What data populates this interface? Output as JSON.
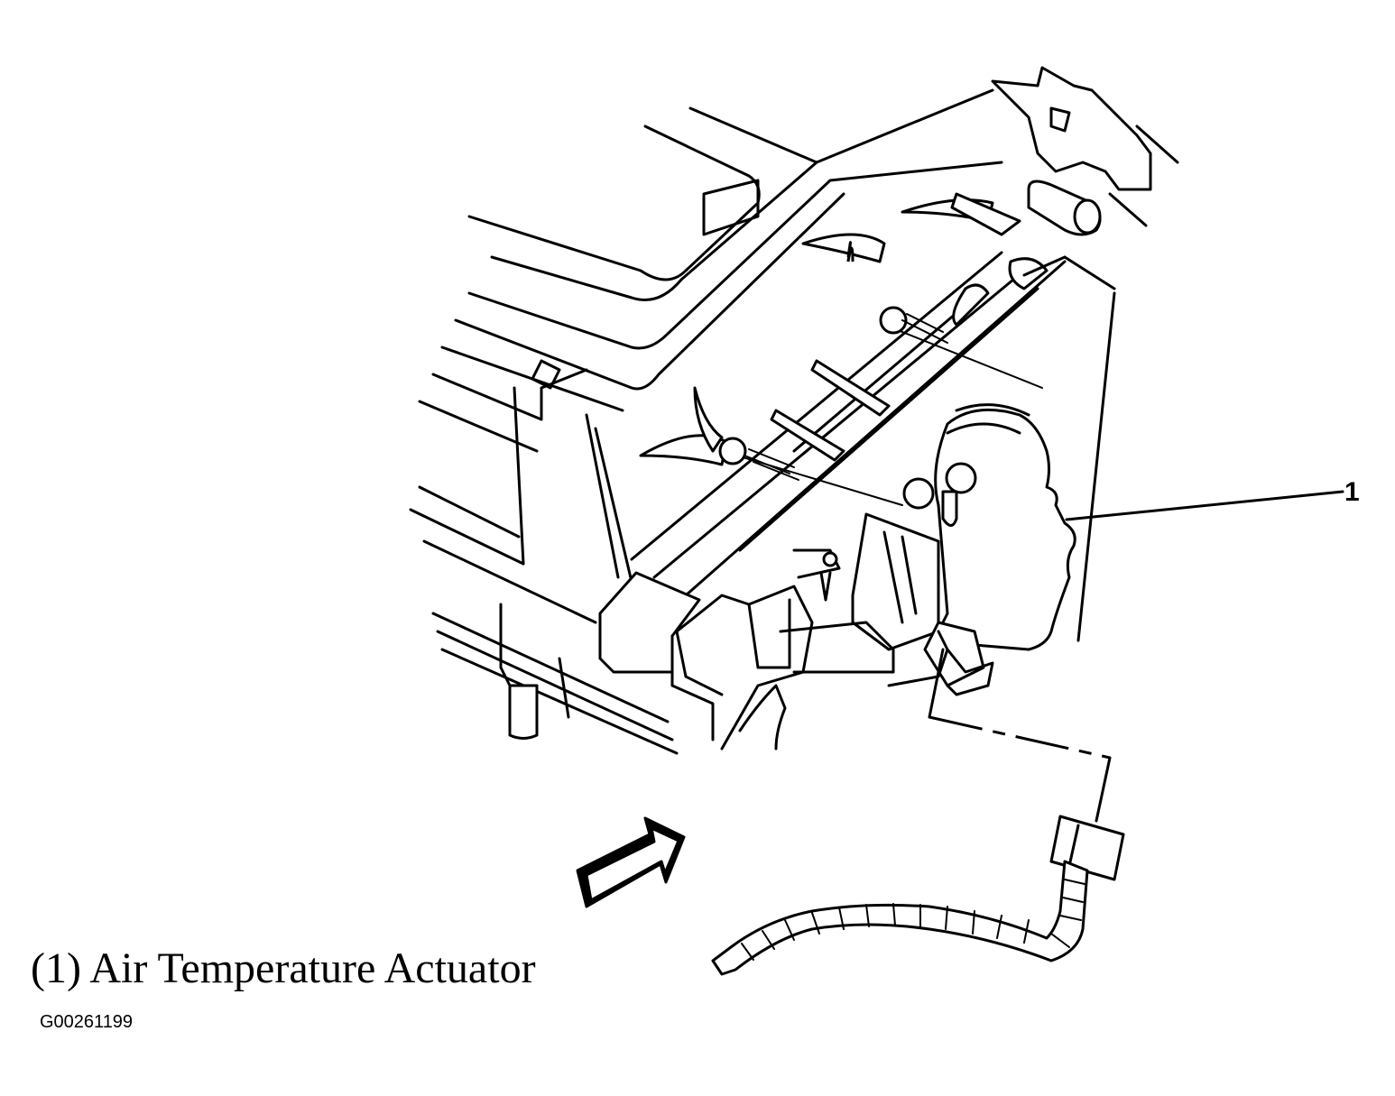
{
  "caption": "(1) Air Temperature Actuator",
  "figure_id": "G00261199",
  "callouts": [
    {
      "number": "1",
      "label": "Air Temperature Actuator"
    }
  ]
}
